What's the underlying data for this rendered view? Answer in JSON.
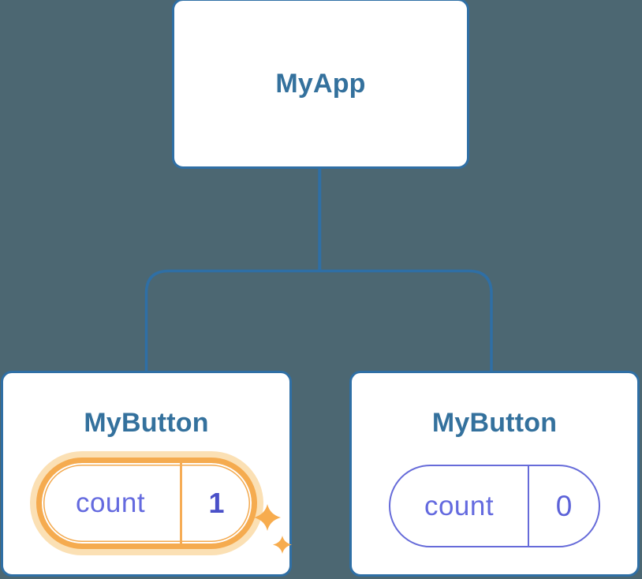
{
  "diagram": {
    "type": "react-component-tree",
    "root": {
      "label": "MyApp"
    },
    "children": [
      {
        "label": "MyButton",
        "state": {
          "key": "count",
          "value": "1"
        },
        "highlighted": true
      },
      {
        "label": "MyButton",
        "state": {
          "key": "count",
          "value": "0"
        },
        "highlighted": false
      }
    ]
  },
  "icons": {
    "sparkles": "four-pointed-star-sparkles"
  },
  "colors": {
    "background": "#4C6772",
    "card_fill": "#FFFFFF",
    "card_border": "#2F6FA5",
    "connector": "#2F6FA5",
    "node_label": "#34719D",
    "state_key_text": "#646ADF",
    "state_pill_border": "#666BD9",
    "state_value_plain": "#5C62D8",
    "state_value_active": "#4A50C8",
    "highlight_ring": "#F5AB4F",
    "highlight_glow": "#FBE0B4",
    "sparkle": "#F7AC4E"
  }
}
